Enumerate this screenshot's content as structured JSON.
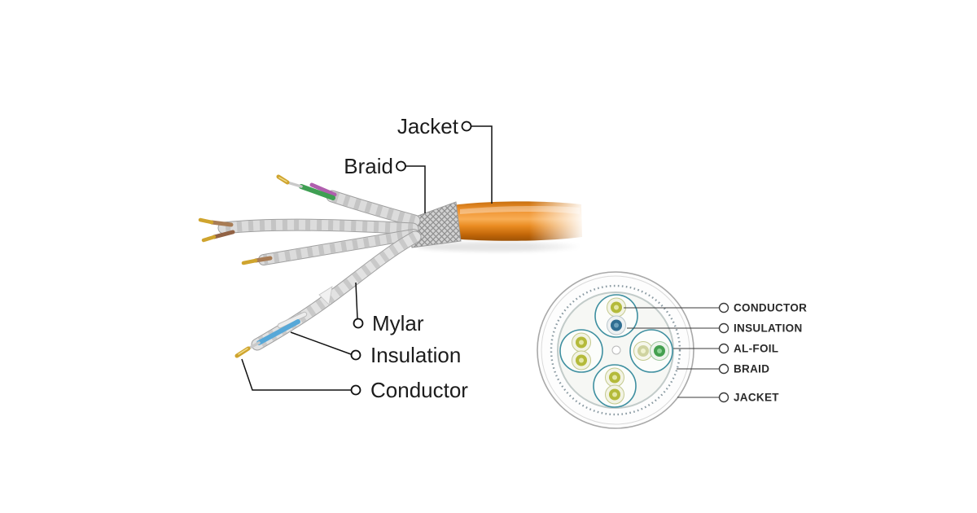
{
  "figure": {
    "type": "diagram",
    "subject": "Twisted-pair network cable anatomy with stripped cable view and circular cross-section"
  },
  "left_diagram": {
    "labels": [
      {
        "id": "jacket",
        "text": "Jacket"
      },
      {
        "id": "braid",
        "text": "Braid"
      },
      {
        "id": "mylar",
        "text": "Mylar"
      },
      {
        "id": "insulation",
        "text": "Insulation"
      },
      {
        "id": "conductor",
        "text": "Conductor"
      }
    ]
  },
  "cross_section": {
    "labels": [
      {
        "id": "conductor",
        "text": "CONDUCTOR"
      },
      {
        "id": "insulation",
        "text": "INSULATION"
      },
      {
        "id": "al_foil",
        "text": "AL-FOIL"
      },
      {
        "id": "braid",
        "text": "BRAID"
      },
      {
        "id": "jacket",
        "text": "JACKET"
      }
    ]
  },
  "colors": {
    "jacket_orange": "#ea8c22",
    "braid_silver": "#d2d2d2",
    "conductor_gold": "#cfa42e",
    "wire_green": "#3f9f53",
    "wire_purple": "#b05fae",
    "wire_blue": "#57a8d8",
    "wire_brown": "#a87c55",
    "pair_ring_teal": "#3e8fa0",
    "conductor_olive": "#b4ba3a",
    "conductor_dark_blue": "#2f6e92",
    "conductor_green": "#44a04f",
    "label_text": "#1c1c1c"
  }
}
